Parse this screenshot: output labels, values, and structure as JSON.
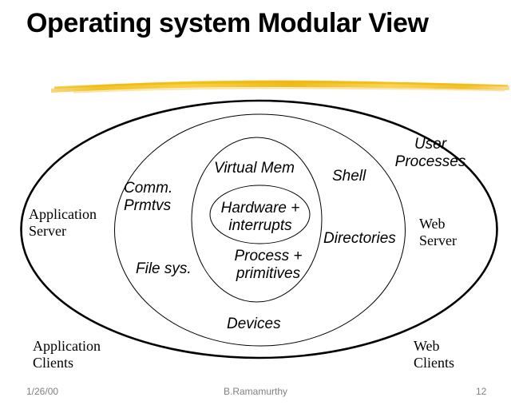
{
  "slide": {
    "title": "Operating system Modular View",
    "background_color": "#ffffff",
    "accent_color": "#f5c518",
    "text_color": "#000000"
  },
  "divider": {
    "name": "yellow-brush-stroke",
    "color": "#f5c518"
  },
  "diagram": {
    "type": "concentric-ellipses",
    "layers": [
      {
        "id": "outer",
        "name": "outer-ring",
        "stroke_width": 2.6
      },
      {
        "id": "second",
        "name": "second-ring",
        "stroke_width": 1.0
      },
      {
        "id": "third",
        "name": "third-ring",
        "stroke_width": 1.0
      },
      {
        "id": "inner",
        "name": "innermost-ring",
        "stroke_width": 1.0
      }
    ],
    "labels": {
      "application_server": "Application\nServer",
      "application_clients": "Application\nClients",
      "web_server": "Web\nServer",
      "web_clients": "Web\nClients",
      "comm_prmtvs": "Comm.\nPrmtvs",
      "file_sys": "File sys.",
      "virtual_mem": "Virtual Mem",
      "hardware_interrupts": "Hardware +\ninterrupts",
      "process_primitives": "Process +\nprimitives",
      "devices": "Devices",
      "shell": "Shell",
      "directories": "Directories",
      "user_processes": "User\nProcesses"
    }
  },
  "footer": {
    "date": "1/26/00",
    "author": "B.Ramamurthy",
    "page_number": "12",
    "color": "#808080"
  }
}
